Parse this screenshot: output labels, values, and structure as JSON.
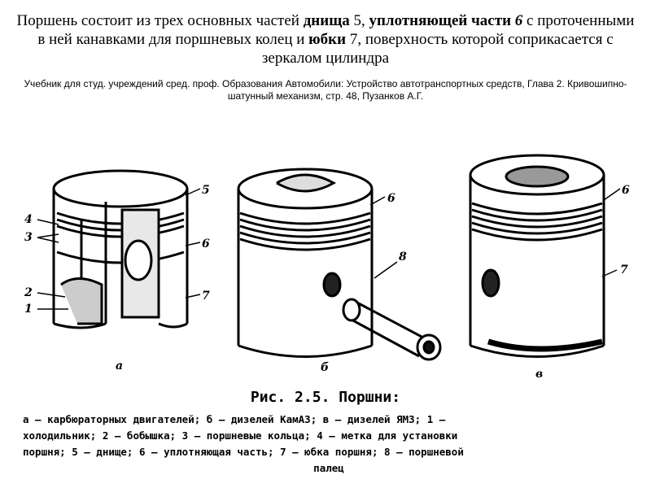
{
  "title": {
    "p1": "Поршень состоит из трех основных частей ",
    "b1": "днища",
    "p2": " 5, ",
    "b2": "уплотняющей части",
    "p3": " ",
    "b3": "6",
    "p4": " с проточенными в ней канавками для поршневых колец и ",
    "b4": "юбки",
    "p5": " 7, поверхность которой соприкасается с зеркалом цилиндра"
  },
  "source": "Учебник для студ. учреждений сред. проф. Образования Автомобили: Устройство автотранспортных средств, Глава 2. Кривошипно-шатунный механизм, стр. 48, Пузанков А.Г.",
  "figure": {
    "a": {
      "label": "а",
      "numbers": [
        "4",
        "3",
        "2",
        "1",
        "5",
        "6",
        "7"
      ]
    },
    "b": {
      "label": "б",
      "numbers": [
        "6",
        "8"
      ]
    },
    "c": {
      "label": "в",
      "numbers": [
        "6",
        "7"
      ]
    }
  },
  "caption_title": "Рис. 2.5. Поршни:",
  "caption_lines": [
    "а — карбюраторных двигателей; б — дизелей КамАЗ; в — дизелей ЯМЗ; 1 —",
    "холодильник; 2 — бобышка; 3 — поршневые кольца; 4 — метка для установки",
    "поршня; 5 — днище; 6 — уплотняющая часть; 7 — юбка поршня; 8 — поршневой",
    "палец"
  ]
}
